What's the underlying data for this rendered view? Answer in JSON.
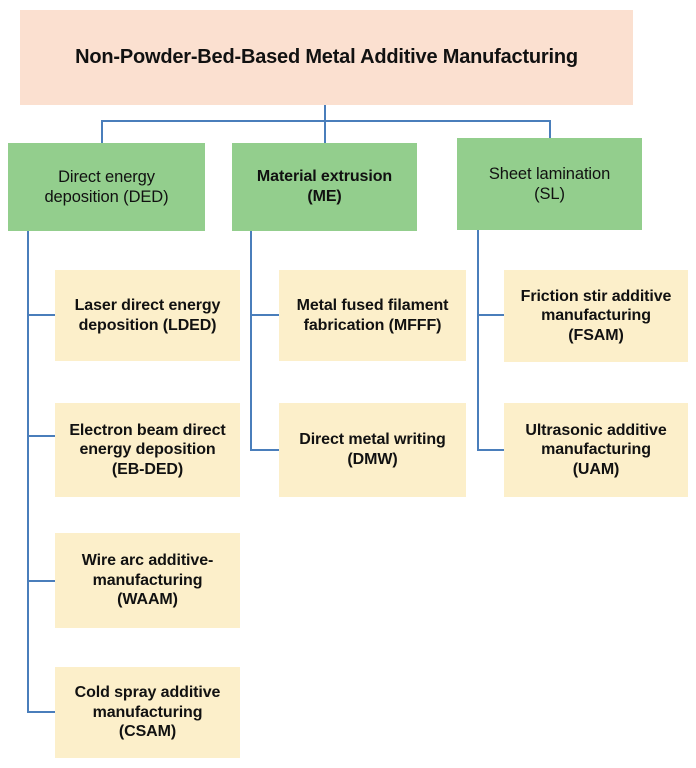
{
  "diagram": {
    "type": "hierarchy-tree",
    "title": "Non-Powder-Bed-Based Metal Additive Manufacturing",
    "colors": {
      "root_fill": "#FBE0D0",
      "category_fill": "#93CE8D",
      "leaf_fill": "#FCEFCA",
      "connector": "#4A7EBB",
      "text": "#111111",
      "background": "#FFFFFF"
    },
    "root": {
      "label": "Non-Powder-Bed-Based Metal Additive Manufacturing"
    },
    "categories": [
      {
        "id": "ded",
        "label": "Direct energy\ndeposition (DED)",
        "abbr": "DED",
        "bold": false,
        "children": [
          {
            "id": "lded",
            "label": "Laser direct energy\ndeposition (LDED)",
            "abbr": "LDED"
          },
          {
            "id": "ebded",
            "label": "Electron beam direct\nenergy deposition\n(EB-DED)",
            "abbr": "EB-DED"
          },
          {
            "id": "waam",
            "label": "Wire arc additive-\nmanufacturing\n(WAAM)",
            "abbr": "WAAM"
          },
          {
            "id": "csam",
            "label": "Cold spray additive\nmanufacturing\n(CSAM)",
            "abbr": "CSAM"
          }
        ]
      },
      {
        "id": "me",
        "label": "Material extrusion\n(ME)",
        "abbr": "ME",
        "bold": true,
        "children": [
          {
            "id": "mfff",
            "label": "Metal fused filament\nfabrication (MFFF)",
            "abbr": "MFFF"
          },
          {
            "id": "dmw",
            "label": "Direct metal writing\n(DMW)",
            "abbr": "DMW"
          }
        ]
      },
      {
        "id": "sl",
        "label": "Sheet lamination\n(SL)",
        "abbr": "SL",
        "bold": false,
        "children": [
          {
            "id": "fsam",
            "label": "Friction stir additive\nmanufacturing\n(FSAM)",
            "abbr": "FSAM"
          },
          {
            "id": "uam",
            "label": "Ultrasonic additive\nmanufacturing\n(UAM)",
            "abbr": "UAM"
          }
        ]
      }
    ]
  }
}
